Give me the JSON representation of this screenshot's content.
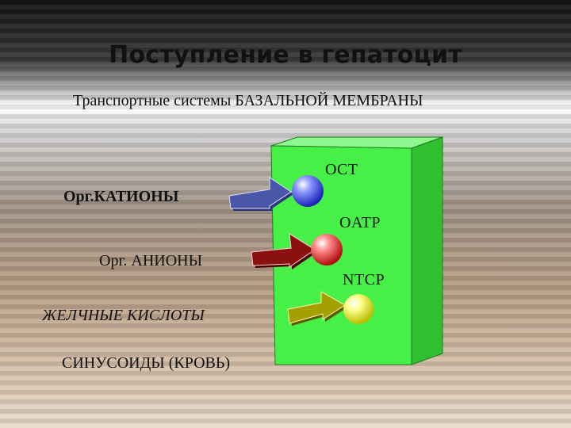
{
  "title": "Поступление в гепатоцит",
  "subtitle": "Транспортные системы БАЗАЛЬНОЙ МЕМБРАНЫ",
  "substrates": {
    "cations": "Орг.КАТИОНЫ",
    "anions": "Орг. АНИОНЫ",
    "bile_acids": "ЖЕЛЧНЫЕ КИСЛОТЫ",
    "sinusoids": "СИНУСОИДЫ (КРОВЬ)"
  },
  "transporters": {
    "oct": "OCT",
    "oatp": "OATP",
    "ntcp": "NTCP"
  },
  "colors": {
    "membrane_green": "#46f046",
    "cation_arrow": "#4a57a8",
    "anion_arrow": "#8b1010",
    "bile_arrow": "#a4a000",
    "oct_sphere": "#3a4cff",
    "oatp_sphere": "#e02020",
    "ntcp_sphere": "#f0f000"
  }
}
